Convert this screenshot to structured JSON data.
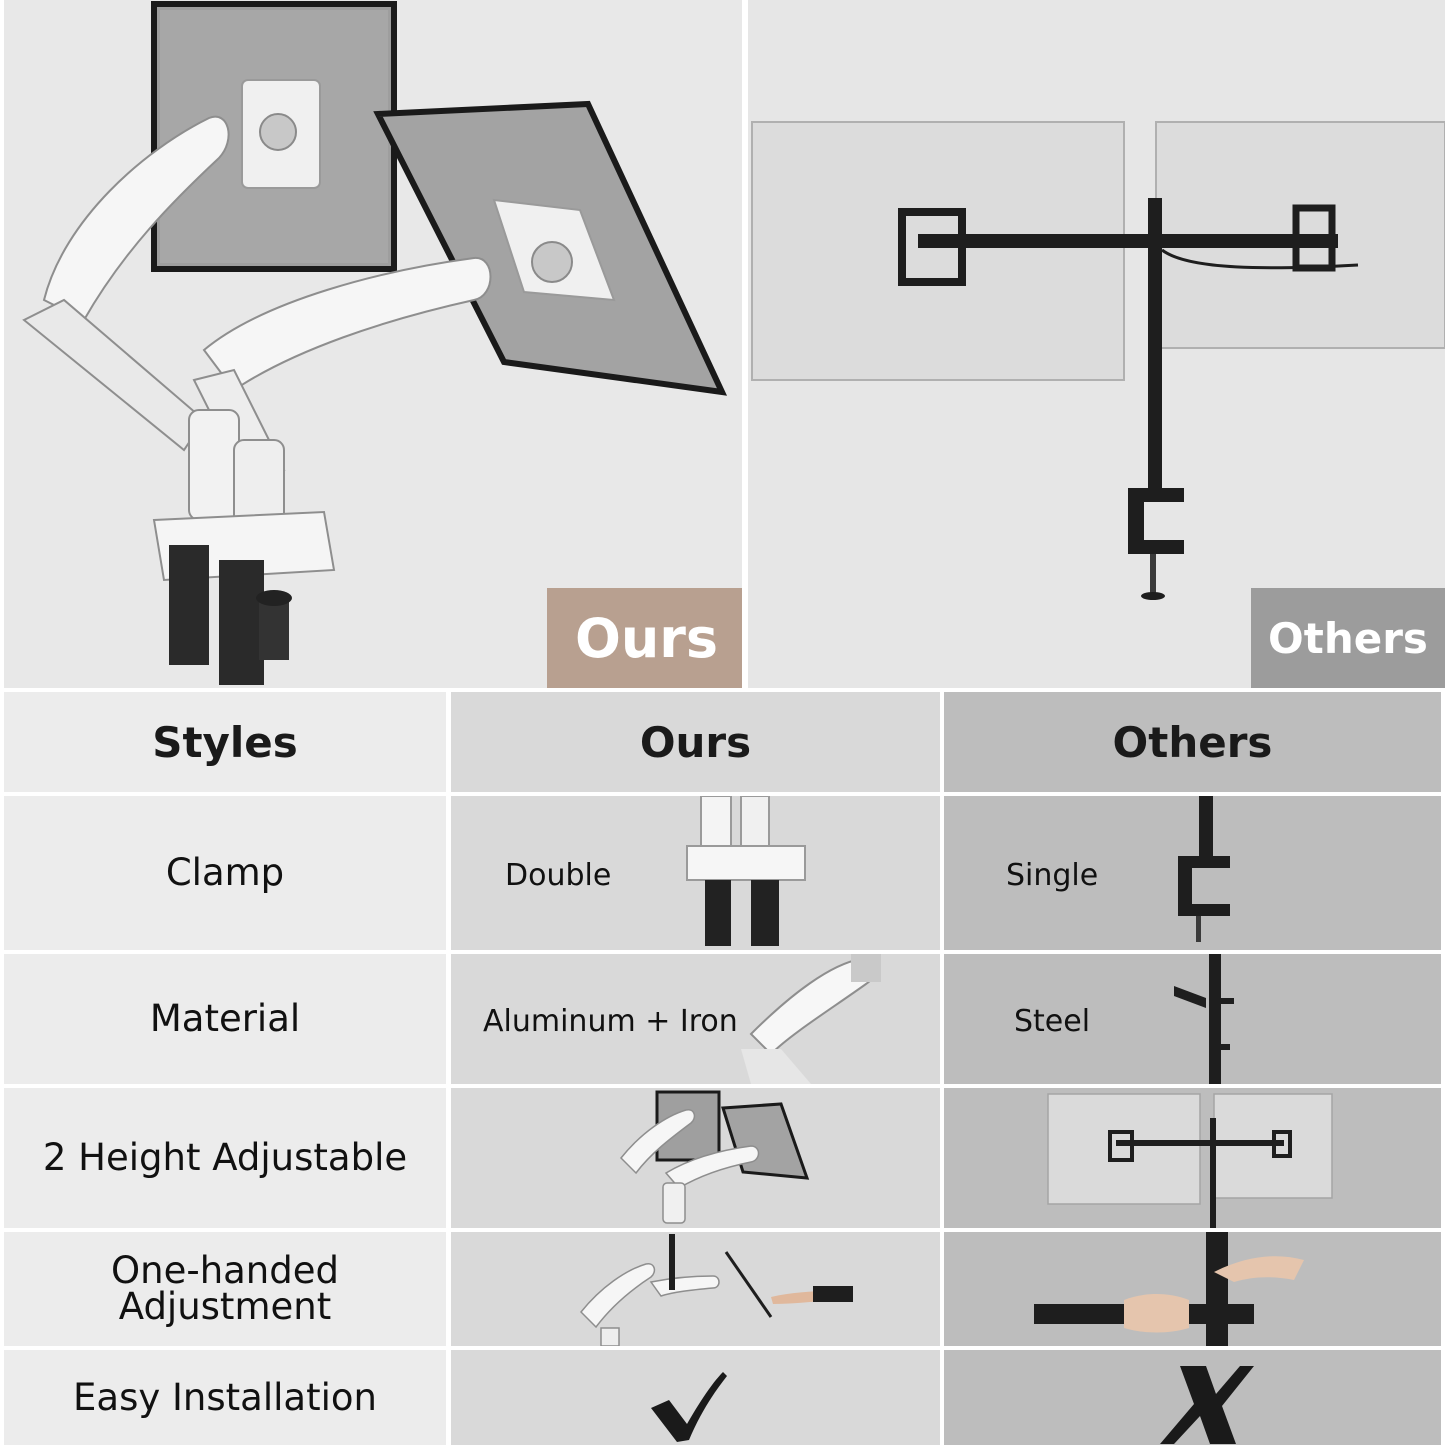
{
  "hero": {
    "ours_tag": "Ours",
    "others_tag": "Others"
  },
  "table": {
    "headers": {
      "styles": "Styles",
      "ours": "Ours",
      "others": "Others"
    },
    "rows": [
      {
        "label": "Clamp",
        "ours": "Double",
        "others": "Single"
      },
      {
        "label": "Material",
        "ours": "Aluminum + Iron",
        "others": "Steel"
      },
      {
        "label": "2 Height Adjustable",
        "ours": "",
        "others": ""
      },
      {
        "label": "One-handed Adjustment",
        "ours": "",
        "others": ""
      },
      {
        "label": "Easy Installation",
        "ours": "check-mark-icon",
        "others": "x-mark-icon"
      }
    ]
  },
  "colors": {
    "ours_tag_bg": "#b8a090",
    "others_tag_bg": "#9c9c9c",
    "ours_column_bg": "#d9d9d9",
    "others_column_bg": "#bdbdbd",
    "label_column_bg": "#ececec"
  }
}
